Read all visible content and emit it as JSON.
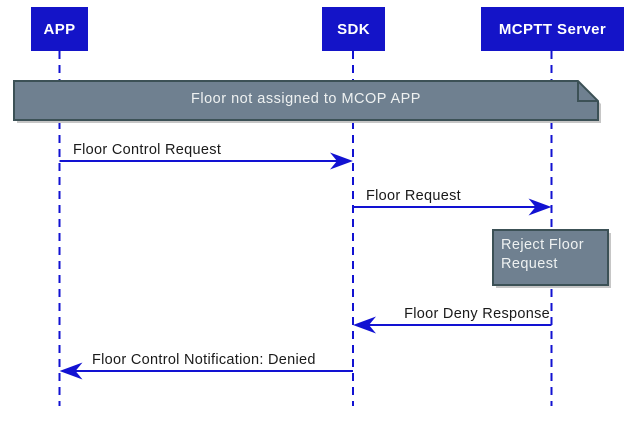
{
  "diagram": {
    "type": "sequence",
    "actors": [
      {
        "label": "APP"
      },
      {
        "label": "SDK"
      },
      {
        "label": "MCPTT Server"
      }
    ],
    "note": {
      "text": "Floor not assigned to MCOP APP"
    },
    "messages": [
      {
        "label": "Floor Control Request",
        "from": "APP",
        "to": "SDK",
        "direction": "right"
      },
      {
        "label": "Floor Request",
        "from": "SDK",
        "to": "MCPTT Server",
        "direction": "right"
      },
      {
        "label": "Floor Deny Response",
        "from": "MCPTT Server",
        "to": "SDK",
        "direction": "left"
      },
      {
        "label": "Floor Control Notification: Denied",
        "from": "SDK",
        "to": "APP",
        "direction": "left"
      }
    ],
    "self_action": {
      "label": "Reject Floor Request",
      "actor": "MCPTT Server"
    }
  },
  "colors": {
    "actor_fill": "#1414c8",
    "actor_text": "#ffffff",
    "line_blue": "#1212d2",
    "note_fill": "#6f8090",
    "note_border": "#3c5156",
    "note_text": "#eef1f1",
    "label_text": "#1a1a1a",
    "shadow": "#c6c6c6"
  }
}
